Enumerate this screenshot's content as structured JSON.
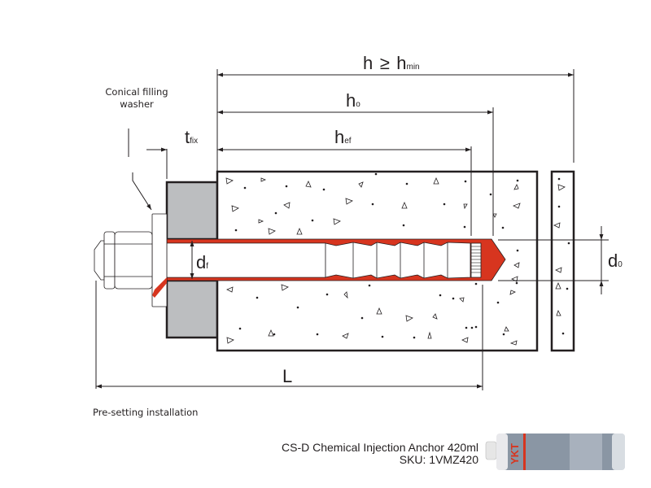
{
  "diagram": {
    "labels": {
      "h": "h",
      "geq": "≥",
      "hmin_base": "h",
      "hmin_sub": "min",
      "ho_base": "h",
      "ho_sub": "o",
      "hef_base": "h",
      "hef_sub": "ef",
      "tfix_base": "t",
      "tfix_sub": "fix",
      "df_base": "d",
      "df_sub": "f",
      "d0_base": "d",
      "d0_sub": "0",
      "L": "L"
    },
    "callout": {
      "line1": "Conical filling",
      "line2": "washer"
    },
    "caption": "Pre-setting installation",
    "colors": {
      "mortar": "#d7351f",
      "fixture": "#bcbec0",
      "line": "#231f20"
    }
  },
  "product": {
    "name": "CS-D Chemical Injection Anchor 420ml",
    "sku": "SKU: 1VMZ420",
    "brand_mark": "YKT"
  }
}
